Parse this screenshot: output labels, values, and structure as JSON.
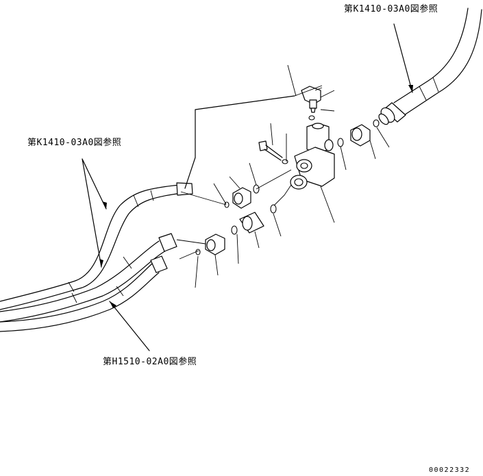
{
  "references": {
    "top_right": "第K1410-03A0図参照",
    "left": "第K1410-03A0図参照",
    "bottom": "第H1510-02A0図参照"
  },
  "drawing_number": "00022332"
}
